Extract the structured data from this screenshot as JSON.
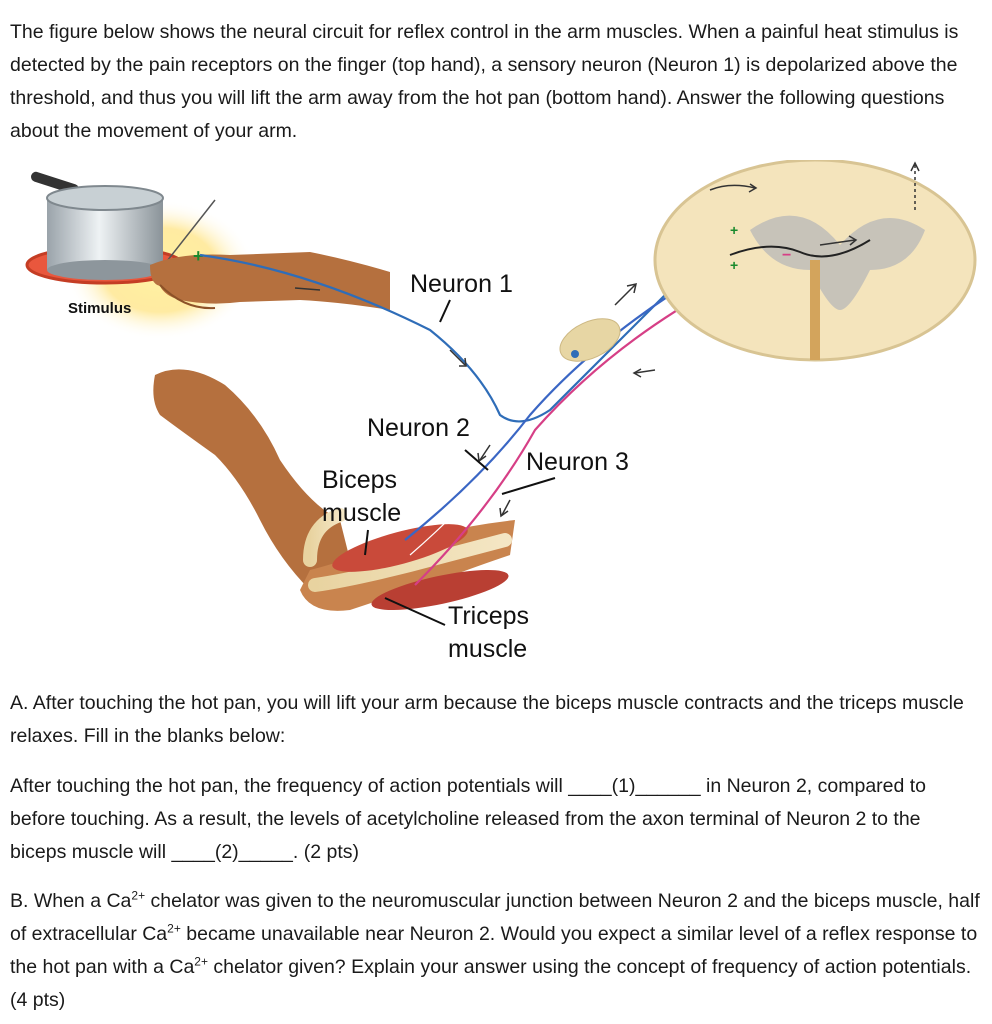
{
  "intro": "The figure below shows the neural circuit for reflex control in the arm muscles. When a painful heat stimulus is detected by the pain receptors on the finger (top hand), a sensory neuron (Neuron 1) is depolarized above the threshold, and thus you will lift the arm away from the hot pan (bottom hand). Answer the following questions about the movement of your arm.",
  "figure": {
    "stimulus": "Stimulus",
    "neuron1": "Neuron 1",
    "neuron2": "Neuron 2",
    "neuron3": "Neuron 3",
    "biceps_line1": "Biceps",
    "biceps_line2": "muscle",
    "triceps_line1": "Triceps",
    "triceps_line2": "muscle",
    "plus": "+",
    "minus": "−",
    "colors": {
      "sensory": "#2f6db8",
      "motor_biceps": "#3a66c4",
      "motor_triceps": "#d63f86",
      "muscle": "#c94a3a",
      "skin": "#b5703e"
    }
  },
  "questionA": {
    "prompt": "A. After touching the hot pan, you will lift your arm because the biceps muscle contracts and the triceps muscle relaxes. Fill in the blanks below:",
    "fill_part1": "After touching the hot pan, the frequency of action potentials will ",
    "blank1": "____(1)______",
    "fill_part2": " in Neuron 2, compared to before touching. As a result, the levels of acetylcholine released from the axon terminal of Neuron 2 to the biceps muscle will ",
    "blank2": "____(2)_____",
    "fill_part3": ". (2 pts)"
  },
  "questionB": {
    "part1": "B. When a Ca",
    "sup": "2+",
    "part2": " chelator was given to the neuromuscular junction between Neuron 2 and the biceps muscle, half of extracellular Ca",
    "part3": " became unavailable near Neuron 2. Would you expect a similar level of a reflex response to the hot pan with a Ca",
    "part4": " chelator given? Explain your answer using the concept of frequency of action potentials. (4 pts)"
  }
}
